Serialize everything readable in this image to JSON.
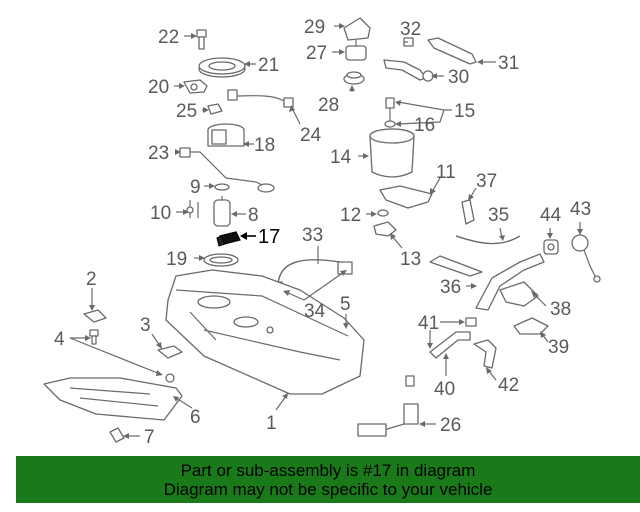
{
  "diagram": {
    "callouts": {
      "p1": "1",
      "p2": "2",
      "p3": "3",
      "p4": "4",
      "p5": "5",
      "p6": "6",
      "p7": "7",
      "p8": "8",
      "p9": "9",
      "p10": "10",
      "p11": "11",
      "p12": "12",
      "p13": "13",
      "p14": "14",
      "p15": "15",
      "p16": "16",
      "p17": "17",
      "p18": "18",
      "p19": "19",
      "p20": "20",
      "p21": "21",
      "p22": "22",
      "p23": "23",
      "p24": "24",
      "p25": "25",
      "p26": "26",
      "p27": "27",
      "p28": "28",
      "p29": "29",
      "p30": "30",
      "p31": "31",
      "p32": "32",
      "p33": "33",
      "p34": "34",
      "p35": "35",
      "p36": "36",
      "p37": "37",
      "p38": "38",
      "p39": "39",
      "p40": "40",
      "p41": "41",
      "p42": "42",
      "p43": "43",
      "p44": "44"
    },
    "highlighted_part": "17",
    "highlight_color": "#000000"
  },
  "footer": {
    "line1": "Part or sub-assembly is #17 in diagram",
    "line2": "Diagram may not be specific to your vehicle",
    "background": "#1a7a1a"
  }
}
